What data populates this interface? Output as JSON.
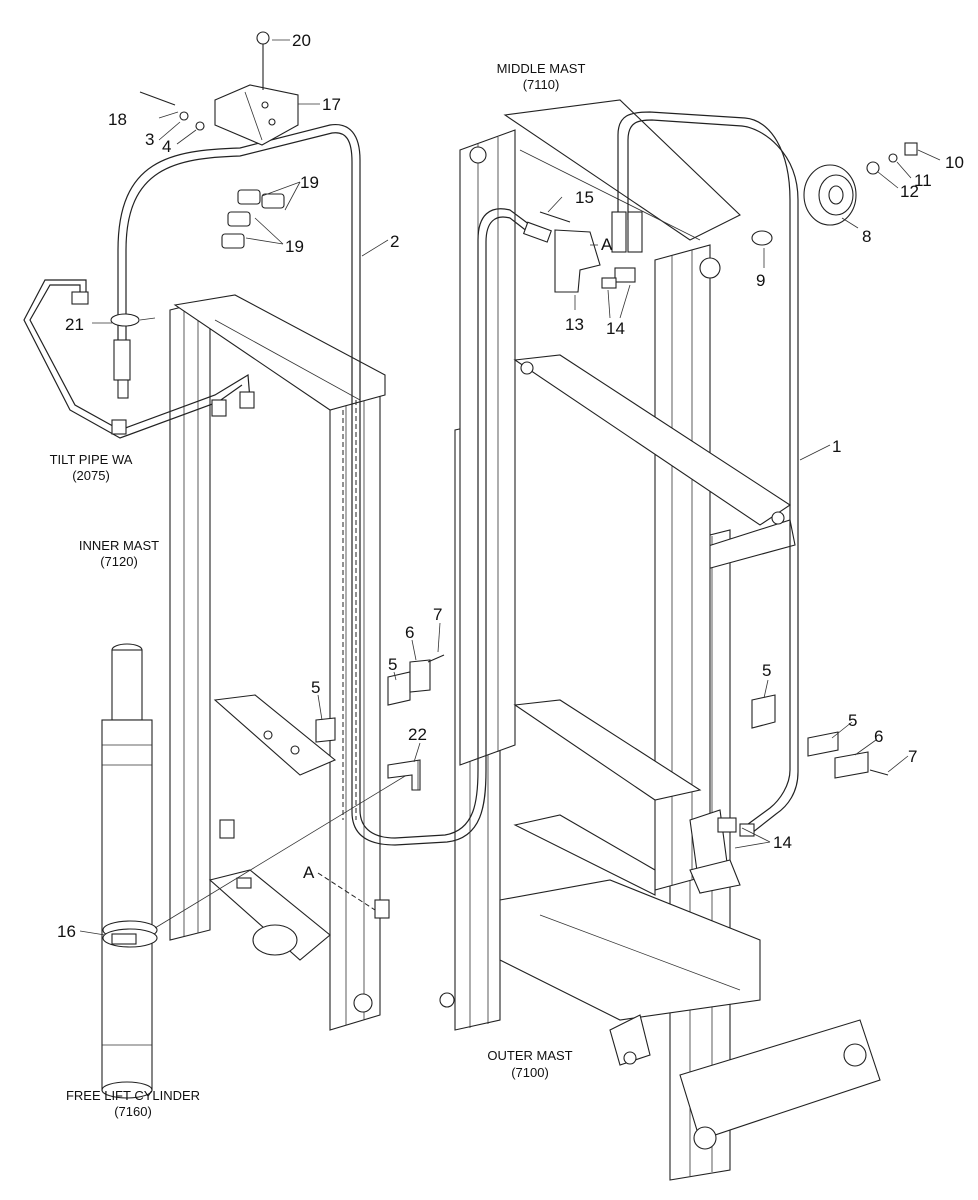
{
  "callouts": {
    "c1": "1",
    "c2": "2",
    "c3": "3",
    "c4": "4",
    "c5a": "5",
    "c5b": "5",
    "c5c": "5",
    "c5d": "5",
    "c6a": "6",
    "c6b": "6",
    "c7a": "7",
    "c7b": "7",
    "c8": "8",
    "c9": "9",
    "c10": "10",
    "c11": "11",
    "c12": "12",
    "c13": "13",
    "c14a": "14",
    "c14b": "14",
    "c15": "15",
    "c16": "16",
    "c17": "17",
    "c18": "18",
    "c19a": "19",
    "c19b": "19",
    "c20": "20",
    "c21": "21",
    "c22": "22",
    "cA1": "A",
    "cA2": "A"
  },
  "captions": {
    "middle_mast": {
      "name": "MIDDLE MAST",
      "code": "(7110)"
    },
    "tilt_pipe": {
      "name": "TILT PIPE WA",
      "code": "(2075)"
    },
    "inner_mast": {
      "name": "INNER MAST",
      "code": "(7120)"
    },
    "outer_mast": {
      "name": "OUTER MAST",
      "code": "(7100)"
    },
    "free_lift": {
      "name": "FREE LIFT CYLINDER",
      "code": "(7160)"
    }
  }
}
